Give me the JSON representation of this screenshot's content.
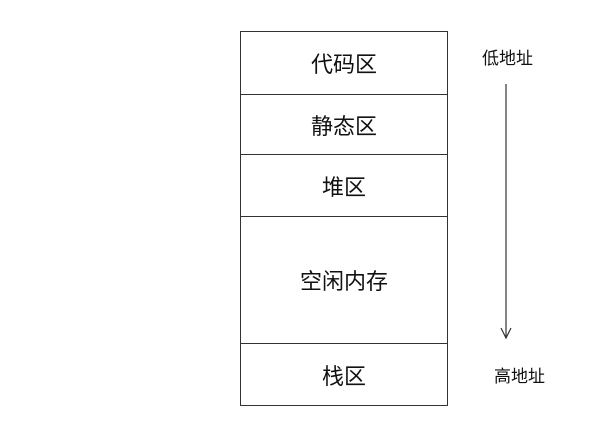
{
  "memory_layout": {
    "segments": [
      {
        "label": "代码区"
      },
      {
        "label": "静态区"
      },
      {
        "label": "堆区"
      },
      {
        "label": "空闲内存"
      },
      {
        "label": "栈区"
      }
    ]
  },
  "address_labels": {
    "low": "低地址",
    "high": "高地址"
  },
  "colors": {
    "border": "#333333",
    "text": "#111111",
    "background": "#ffffff"
  }
}
